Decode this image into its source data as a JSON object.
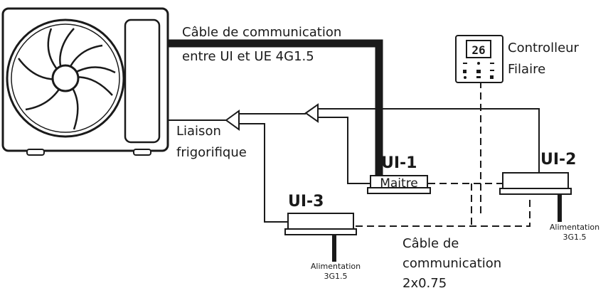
{
  "labels": {
    "cable_ui_ue_line1": "Câble de communication",
    "cable_ui_ue_line2": "entre UI et UE 4G1.5",
    "controller_line1": "Controlleur",
    "controller_line2": "Filaire",
    "liaison_line1": "Liaison",
    "liaison_line2": "frigorifique",
    "ui1": "UI-1",
    "ui2": "UI-2",
    "ui3": "UI-3",
    "maitre": "Maitre",
    "power_ui2_line1": "Alimentation",
    "power_ui2_line2": "3G1.5",
    "power_ui3_line1": "Alimentation",
    "power_ui3_line2": "3G1.5",
    "comm_cable_line1": "Câble de",
    "comm_cable_line2": "communication",
    "comm_cable_line3": "2x0.75"
  },
  "controller_display": "26"
}
